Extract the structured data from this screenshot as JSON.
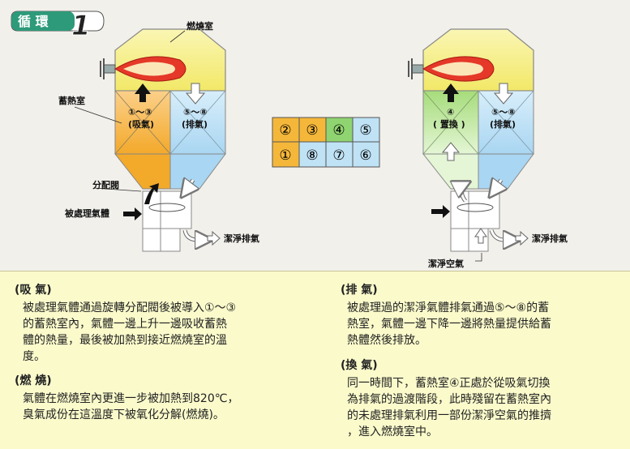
{
  "badge": {
    "label": "循 環",
    "step": "1"
  },
  "diagram": {
    "combustion_chamber": "燃燒室",
    "regenerator": "蓄熱室",
    "rotary_valve": "分配閥",
    "process_gas": "被處理氣體",
    "clean_exhaust": "潔淨排氣",
    "clean_air": "潔淨空氣",
    "left_unit": {
      "chamber_a_nums": "①～③",
      "chamber_a_mode": "(吸氣)",
      "chamber_b_nums": "⑤～⑧",
      "chamber_b_mode": "(排氣)"
    },
    "right_unit": {
      "chamber_a_nums": "④",
      "chamber_a_mode": "( 置換 )",
      "chamber_b_nums": "⑤～⑧",
      "chamber_b_mode": "(排氣)"
    },
    "grid": {
      "row1": [
        "②",
        "③",
        "④",
        "⑤"
      ],
      "row2": [
        "①",
        "⑧",
        "⑦",
        "⑥"
      ]
    }
  },
  "colors": {
    "intake": "#f5b73a",
    "exhaust": "#bfe2f5",
    "purge": "#8fd470",
    "chamber": "#f6ef86",
    "badge": "#2d9a7a"
  },
  "text": {
    "intake": {
      "title": "(吸 氣)",
      "lines": [
        "被處理氣體通過旋轉分配閥後被導入①～③",
        "的蓄熱室內，氣體一邊上升一邊吸收蓄熱",
        "體的熱量，最後被加熱到接近燃燒室的溫",
        "度。"
      ]
    },
    "combustion": {
      "title": "(燃 燒)",
      "lines": [
        "氣體在燃燒室內更進一步被加熱到820℃，",
        "臭氣成份在這溫度下被氧化分解(燃燒)。"
      ]
    },
    "exhaust": {
      "title": "(排 氣)",
      "lines": [
        "被處理過的潔淨氣體排氣通過⑤～⑧的蓄",
        "熱室，氣體一邊下降一邊將熱量提供給蓄",
        "熱體然後排放。"
      ]
    },
    "purge": {
      "title": "(換 氣)",
      "lines": [
        "同一時間下，蓄熱室④正處於從吸氣切換",
        "為排氣的過渡階段，此時殘留在蓄熱室內",
        "的未處理排氣利用一部份潔淨空氣的推擠",
        "，進入燃燒室中。"
      ]
    }
  }
}
